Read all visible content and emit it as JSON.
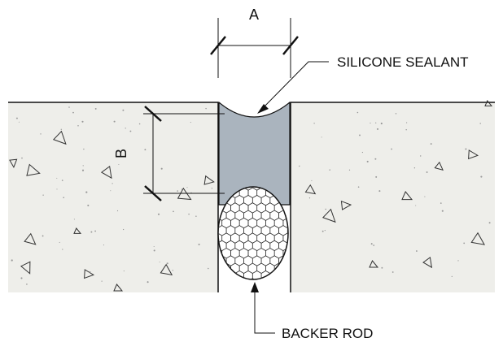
{
  "labels": {
    "dimension_a": "A",
    "dimension_b": "B",
    "silicone_sealant": "SILICONE SEALANT",
    "backer_rod": "BACKER ROD"
  },
  "colors": {
    "concrete": "#eeeeea",
    "sealant": "#aab4be",
    "line": "#111111"
  }
}
